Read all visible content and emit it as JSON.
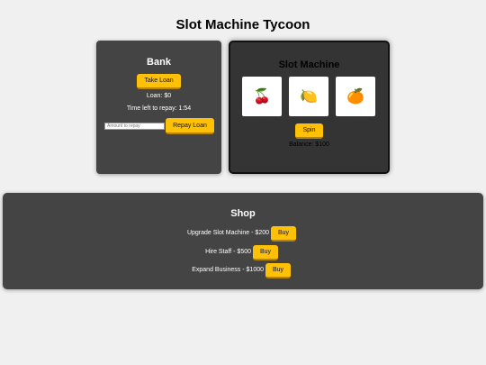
{
  "app": {
    "title": "Slot Machine Tycoon"
  },
  "bank": {
    "heading": "Bank",
    "take_loan_label": "Take Loan",
    "loan_text": "Loan: $0",
    "time_left_text": "Time left to repay: 1:54",
    "repay_placeholder": "Amount to repay",
    "repay_label": "Repay Loan"
  },
  "slot": {
    "heading": "Slot Machine",
    "reels": [
      "🍒",
      "🍋",
      "🍊"
    ],
    "reel_names": [
      "cherry-icon",
      "lemon-icon",
      "orange-icon"
    ],
    "spin_label": "Spin",
    "balance_text": "Balance: $100"
  },
  "shop": {
    "heading": "Shop",
    "items": [
      {
        "label": "Upgrade Slot Machine - $200",
        "button": "Buy"
      },
      {
        "label": "Hire Staff - $500",
        "button": "Buy"
      },
      {
        "label": "Expand Business - $1000",
        "button": "Buy"
      }
    ]
  },
  "colors": {
    "accent": "#ffc107",
    "panel": "#444444",
    "background": "#f0f0f0"
  }
}
